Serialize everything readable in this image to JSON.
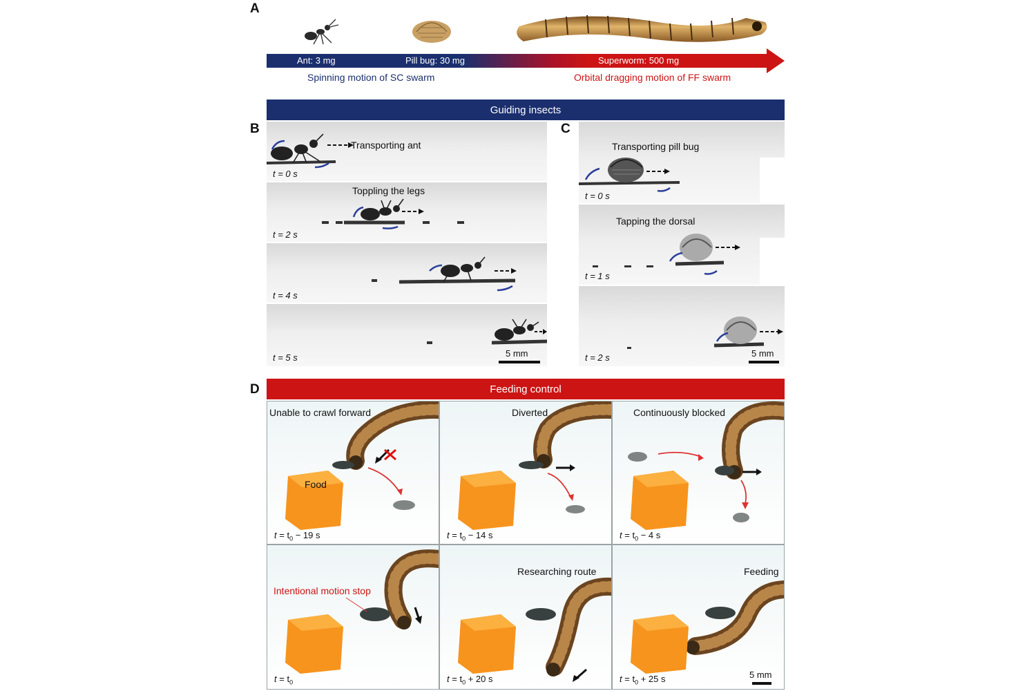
{
  "panel_a": {
    "label": "A",
    "ant_label": "Ant: 3 mg",
    "pillbug_label": "Pill bug: 30 mg",
    "superworm_label": "Superworm: 500 mg",
    "sc_caption": "Spinning motion of SC swarm",
    "ff_caption": "Orbital dragging motion of FF swarm",
    "colors": {
      "blue": "#1b2f6e",
      "red": "#cc1414"
    }
  },
  "guiding": {
    "banner": "Guiding insects"
  },
  "panel_b": {
    "label": "B",
    "frames": [
      {
        "caption": "Transporting ant",
        "time": "t = 0 s"
      },
      {
        "caption": "Toppling the legs",
        "time": "t = 2 s"
      },
      {
        "caption": "",
        "time": "t = 4 s"
      },
      {
        "caption": "",
        "time": "t = 5 s"
      }
    ],
    "scale": "5 mm"
  },
  "panel_c": {
    "label": "C",
    "frames": [
      {
        "caption": "Transporting pill bug",
        "time": "t = 0 s"
      },
      {
        "caption": "Tapping the dorsal",
        "time": "t = 1 s"
      },
      {
        "caption": "",
        "time": "t = 2 s"
      }
    ],
    "scale": "5 mm"
  },
  "panel_d": {
    "label": "D",
    "banner": "Feeding control",
    "food_label": "Food",
    "cells": [
      {
        "caption": "Unable to crawl forward",
        "time_t": "t",
        "time_rest": " = t",
        "time_sub": "0",
        "time_after": " − 19 s"
      },
      {
        "caption": "Diverted",
        "time_t": "t",
        "time_rest": " = t",
        "time_sub": "0",
        "time_after": " − 14 s"
      },
      {
        "caption": "Continuously blocked",
        "time_t": "t",
        "time_rest": " = t",
        "time_sub": "0",
        "time_after": " − 4 s"
      },
      {
        "caption": "Intentional motion stop",
        "time_t": "t",
        "time_rest": " = t",
        "time_sub": "0",
        "time_after": ""
      },
      {
        "caption": "Researching route",
        "time_t": "t",
        "time_rest": " = t",
        "time_sub": "0",
        "time_after": " + 20 s"
      },
      {
        "caption": "Feeding",
        "time_t": "t",
        "time_rest": " = t",
        "time_sub": "0",
        "time_after": " + 25 s"
      }
    ],
    "scale": "5 mm"
  }
}
